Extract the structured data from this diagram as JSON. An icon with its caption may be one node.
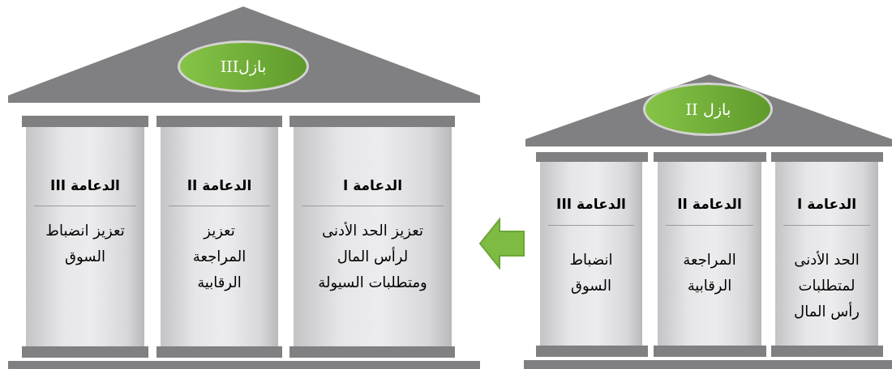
{
  "diagram": {
    "nodes": [
      {
        "text": [],
        "shape": "building"
      },
      {
        "text": [
          "بازلIII"
        ],
        "in": 0
      },
      {
        "text": [
          "الدعامة III",
          "تعزيز انضباط السوق"
        ],
        "in": 0
      },
      {
        "text": [
          "الدعامة II",
          "تعزيز المراجعة الرقابية"
        ],
        "in": 0
      },
      {
        "text": [
          "الدعامة I",
          "تعزيز الحد الأدنى لرأس المال ومتطلبات السيولة"
        ],
        "in": 0
      },
      {
        "text": [],
        "shape": "building"
      },
      {
        "text": [
          "بازل II"
        ],
        "in": 5
      },
      {
        "text": [
          "الدعامة III",
          "انضباط السوق"
        ],
        "in": 5
      },
      {
        "text": [
          "الدعامة II",
          "المراجعة الرقابية"
        ],
        "in": 5
      },
      {
        "text": [
          "الدعامة I",
          "الحد الأدنى لمتطلبات رأس المال"
        ],
        "in": 5
      }
    ],
    "edges": [
      {
        "from": 5,
        "to": 0,
        "arrow": "to",
        "style": "thick",
        "color": "#7dbb42"
      }
    ]
  }
}
